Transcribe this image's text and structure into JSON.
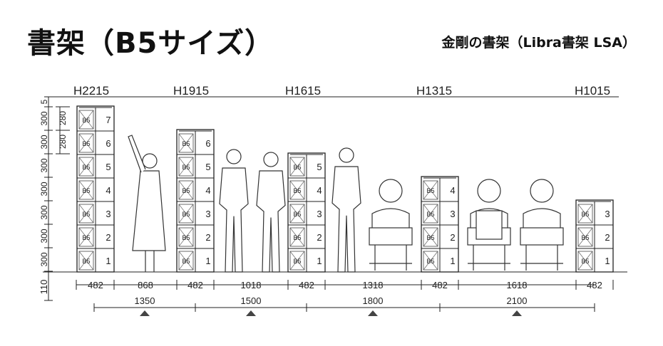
{
  "header": {
    "title": "書架（B5サイズ）",
    "subtitle": "金剛の書架（Libra書架 LSA）"
  },
  "heights": [
    "H2215",
    "H1915",
    "H1615",
    "H1315",
    "H1015"
  ],
  "left_scale": {
    "top": "5",
    "rows": [
      "300",
      "300",
      "300",
      "300",
      "300",
      "300",
      "300"
    ],
    "bottom": "110",
    "inner": [
      "280",
      "280"
    ]
  },
  "shelf_label": "B5",
  "bays": [
    {
      "levels": [
        "7",
        "6",
        "5",
        "4",
        "3",
        "2",
        "1"
      ]
    },
    {
      "levels": [
        "6",
        "5",
        "4",
        "3",
        "2",
        "1"
      ]
    },
    {
      "levels": [
        "5",
        "4",
        "3",
        "2",
        "1"
      ]
    },
    {
      "levels": [
        "4",
        "3",
        "2",
        "1"
      ]
    },
    {
      "levels": [
        "3",
        "2",
        "1"
      ]
    }
  ],
  "widths": [
    "482",
    "868",
    "482",
    "1018",
    "482",
    "1318",
    "482",
    "1618",
    "482"
  ],
  "spans": [
    "1350",
    "1500",
    "1800",
    "2100"
  ]
}
